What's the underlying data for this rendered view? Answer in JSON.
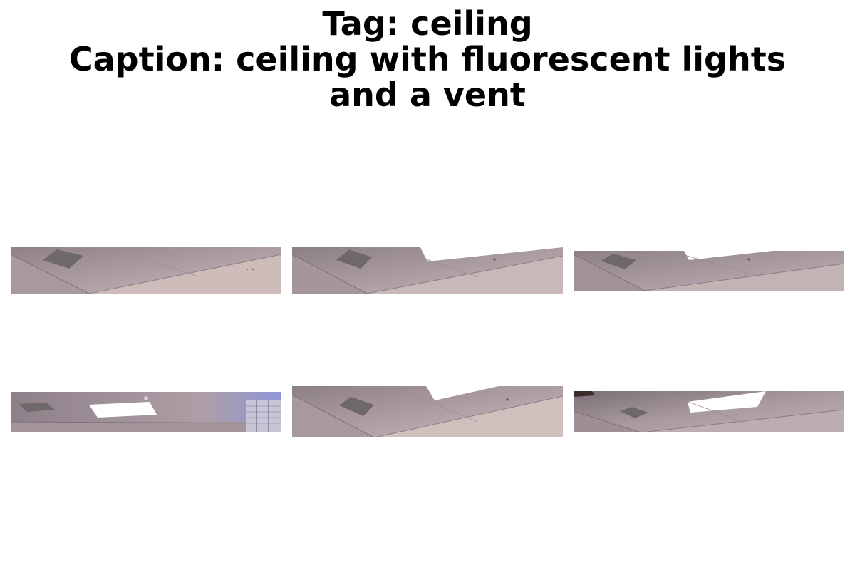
{
  "header": {
    "tag_line": "Tag: ceiling",
    "caption_line": "Caption: ceiling with fluorescent lights and a vent"
  },
  "images": [
    {
      "subject": "ceiling-vent-view"
    },
    {
      "subject": "ceiling-vent-light-view"
    },
    {
      "subject": "ceiling-vent-light-view"
    },
    {
      "subject": "ceiling-light-window-view"
    },
    {
      "subject": "ceiling-vent-light-view"
    },
    {
      "subject": "ceiling-light-view"
    }
  ],
  "colors": {
    "ceiling_tile": "#a89ca3",
    "wall": "#c4b3b3",
    "light_panel": "#ffffff",
    "vent": "#6e6868",
    "window_tint": "#8f95d6"
  }
}
